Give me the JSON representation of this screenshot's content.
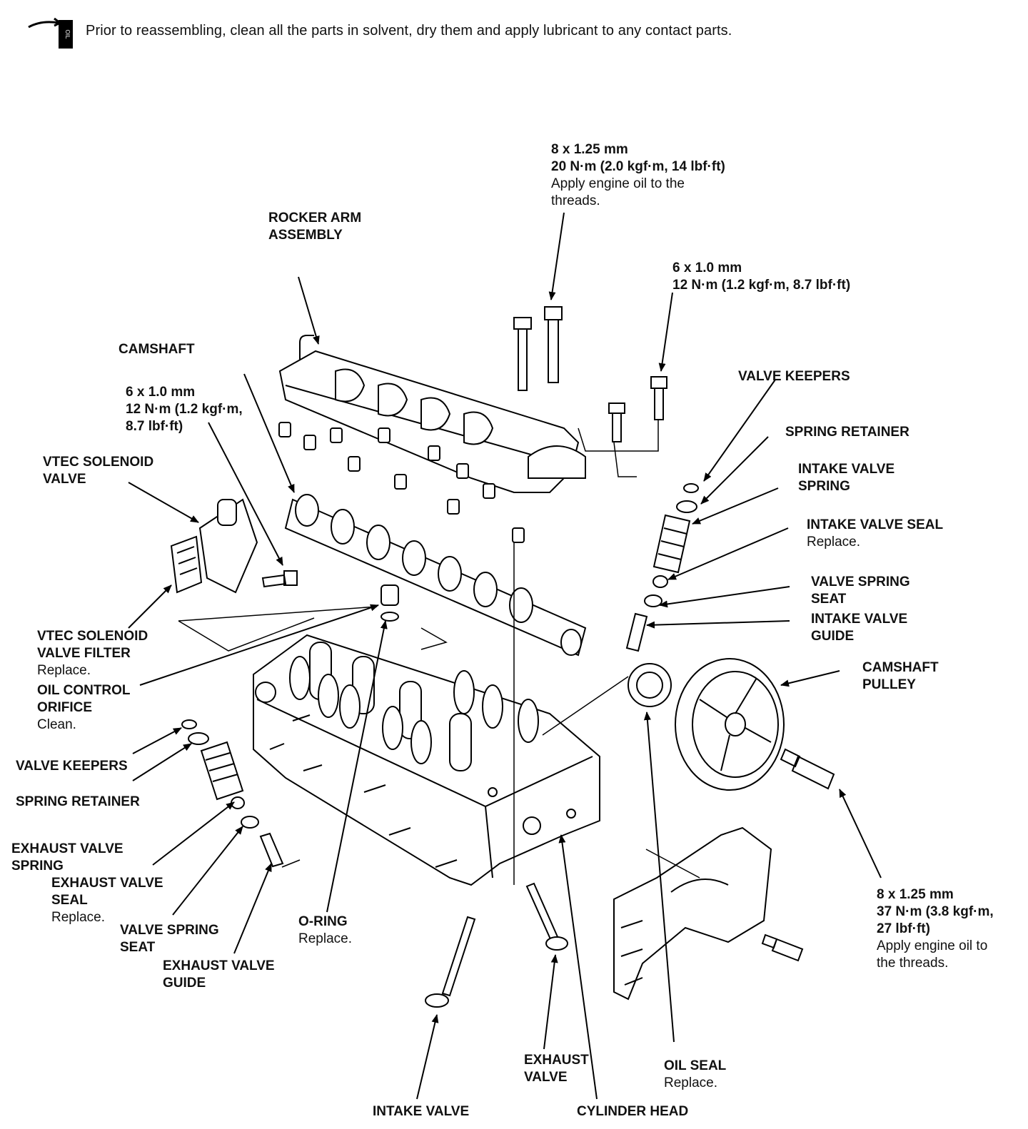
{
  "header": {
    "icon": "oil-can-icon",
    "icon_text": "OIL",
    "instruction": "Prior to reassembling, clean all the parts in solvent, dry them and apply lubricant to any contact parts."
  },
  "labels": {
    "bolt_top": {
      "l1": "8 x 1.25 mm",
      "l2": "20 N·m (2.0 kgf·m, 14 lbf·ft)",
      "l3": "Apply engine oil to the",
      "l4": "threads."
    },
    "rocker_arm": {
      "l1": "ROCKER ARM",
      "l2": "ASSEMBLY"
    },
    "bolt_right": {
      "l1": "6 x 1.0 mm",
      "l2": "12 N·m (1.2 kgf·m, 8.7 lbf·ft)"
    },
    "camshaft": {
      "l1": "CAMSHAFT"
    },
    "bolt_left": {
      "l1": "6 x 1.0 mm",
      "l2": "12 N·m (1.2 kgf·m,",
      "l3": "8.7 lbf·ft)"
    },
    "vtec_valve": {
      "l1": "VTEC SOLENOID",
      "l2": "VALVE"
    },
    "vtec_filter": {
      "l1": "VTEC SOLENOID",
      "l2": "VALVE FILTER",
      "l3": "Replace."
    },
    "oil_orifice": {
      "l1": "OIL CONTROL",
      "l2": "ORIFICE",
      "l3": "Clean."
    },
    "valve_keepers_l": {
      "l1": "VALVE KEEPERS"
    },
    "spring_retainer_l": {
      "l1": "SPRING RETAINER"
    },
    "exh_spring": {
      "l1": "EXHAUST VALVE",
      "l2": "SPRING"
    },
    "exh_seal": {
      "l1": "EXHAUST VALVE",
      "l2": "SEAL",
      "l3": "Replace."
    },
    "vss_left": {
      "l1": "VALVE SPRING",
      "l2": "SEAT"
    },
    "exh_guide": {
      "l1": "EXHAUST VALVE",
      "l2": "GUIDE"
    },
    "o_ring": {
      "l1": "O-RING",
      "l2": "Replace."
    },
    "intake_valve": {
      "l1": "INTAKE VALVE"
    },
    "exhaust_valve": {
      "l1": "EXHAUST",
      "l2": "VALVE"
    },
    "cylinder_head": {
      "l1": "CYLINDER HEAD"
    },
    "oil_seal": {
      "l1": "OIL SEAL",
      "l2": "Replace."
    },
    "valve_keepers_r": {
      "l1": "VALVE KEEPERS"
    },
    "spring_retainer_r": {
      "l1": "SPRING RETAINER"
    },
    "int_spring": {
      "l1": "INTAKE VALVE",
      "l2": "SPRING"
    },
    "int_seal": {
      "l1": "INTAKE VALVE SEAL",
      "l2": "Replace."
    },
    "vss_right": {
      "l1": "VALVE SPRING",
      "l2": "SEAT"
    },
    "int_guide": {
      "l1": "INTAKE VALVE",
      "l2": "GUIDE"
    },
    "cam_pulley": {
      "l1": "CAMSHAFT",
      "l2": "PULLEY"
    },
    "bolt_pulley": {
      "l1": "8 x 1.25 mm",
      "l2": "37 N·m (3.8 kgf·m,",
      "l3": "27 lbf·ft)",
      "l4": "Apply engine oil to",
      "l5": "the threads."
    }
  }
}
